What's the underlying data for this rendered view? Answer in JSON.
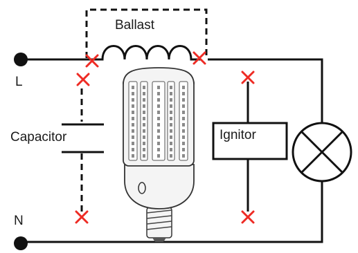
{
  "labels": {
    "ballast": "Ballast",
    "line": "L",
    "neutral": "N",
    "capacitor": "Capacitor",
    "ignitor": "Ignitor"
  },
  "icons": {
    "lamp": "lamp-symbol-icon",
    "led_bulb": "led-corn-bulb-icon",
    "cut_mark": "red-x-cut-icon"
  },
  "colors": {
    "wire": "#111111",
    "cut_mark": "#ee2b24",
    "bulb_body": "#f4f4f4",
    "led_strip": "#8a8a8a"
  }
}
